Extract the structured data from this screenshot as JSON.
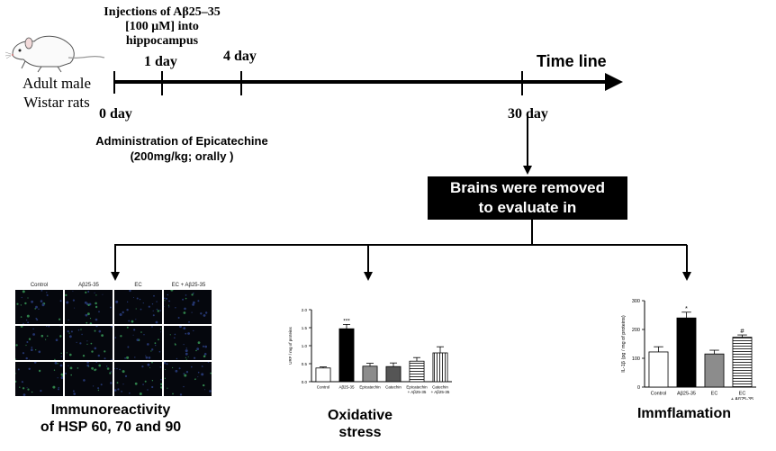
{
  "rat": {
    "label_line1": "Adult male",
    "label_line2": "Wistar rats"
  },
  "injection": {
    "line1": "Injections of Aβ25–35",
    "line2": "[100 μM] into",
    "line3": "hippocampus"
  },
  "timeline": {
    "title": "Time line",
    "ticks": [
      {
        "label": "0 day",
        "position": "below"
      },
      {
        "label": "1 day",
        "position": "above"
      },
      {
        "label": "4 day",
        "position": "above"
      },
      {
        "label": "30 day",
        "position": "below"
      }
    ]
  },
  "administration": {
    "line1": "Administration of Epicatechine",
    "line2": "(200mg/kg; orally )"
  },
  "brains_box": {
    "line1": "Brains were removed",
    "line2": "to evaluate in"
  },
  "immuno": {
    "column_headers": [
      "Control",
      "Aβ25-35",
      "EC",
      "EC + Aβ25-35"
    ],
    "caption_line1": "Immunoreactivity",
    "caption_line2": "of HSP 60, 70 and 90"
  },
  "oxidative": {
    "caption_line1": "Oxidative",
    "caption_line2": "stress"
  },
  "inflammation": {
    "caption": "Immflamation"
  },
  "chart_data": [
    {
      "type": "bar",
      "ylabel": "URF / mg of proteins",
      "categories": [
        "Control",
        "Aβ25-35",
        "Epicatechin",
        "Catechin",
        "Epicatechin + Aβ25-35",
        "Catechin + Aβ25-35"
      ],
      "values": [
        0.38,
        1.47,
        0.43,
        0.42,
        0.57,
        0.8
      ],
      "errors": [
        0.03,
        0.12,
        0.08,
        0.1,
        0.1,
        0.17
      ],
      "annotations": [
        "",
        "***",
        "",
        "",
        "",
        ""
      ],
      "ylim": [
        0,
        2.0
      ],
      "yticks": [
        "0.0",
        "0.5",
        "1.0",
        "1.5",
        "2.0"
      ],
      "styles": [
        "white",
        "black",
        "gray",
        "dark",
        "hlines",
        "vlines"
      ]
    },
    {
      "type": "bar",
      "ylabel": "IL-1β (pg / mg of proteins)",
      "categories": [
        "Control",
        "Aβ25-35",
        "EC",
        "EC + Aβ25-35"
      ],
      "values": [
        122,
        240,
        115,
        173
      ],
      "errors": [
        18,
        20,
        13,
        8
      ],
      "annotations": [
        "",
        "*",
        "",
        "#"
      ],
      "ylim": [
        0,
        300
      ],
      "yticks": [
        "0",
        "100",
        "200",
        "300"
      ],
      "styles": [
        "white",
        "black",
        "gray",
        "hlines"
      ]
    }
  ]
}
